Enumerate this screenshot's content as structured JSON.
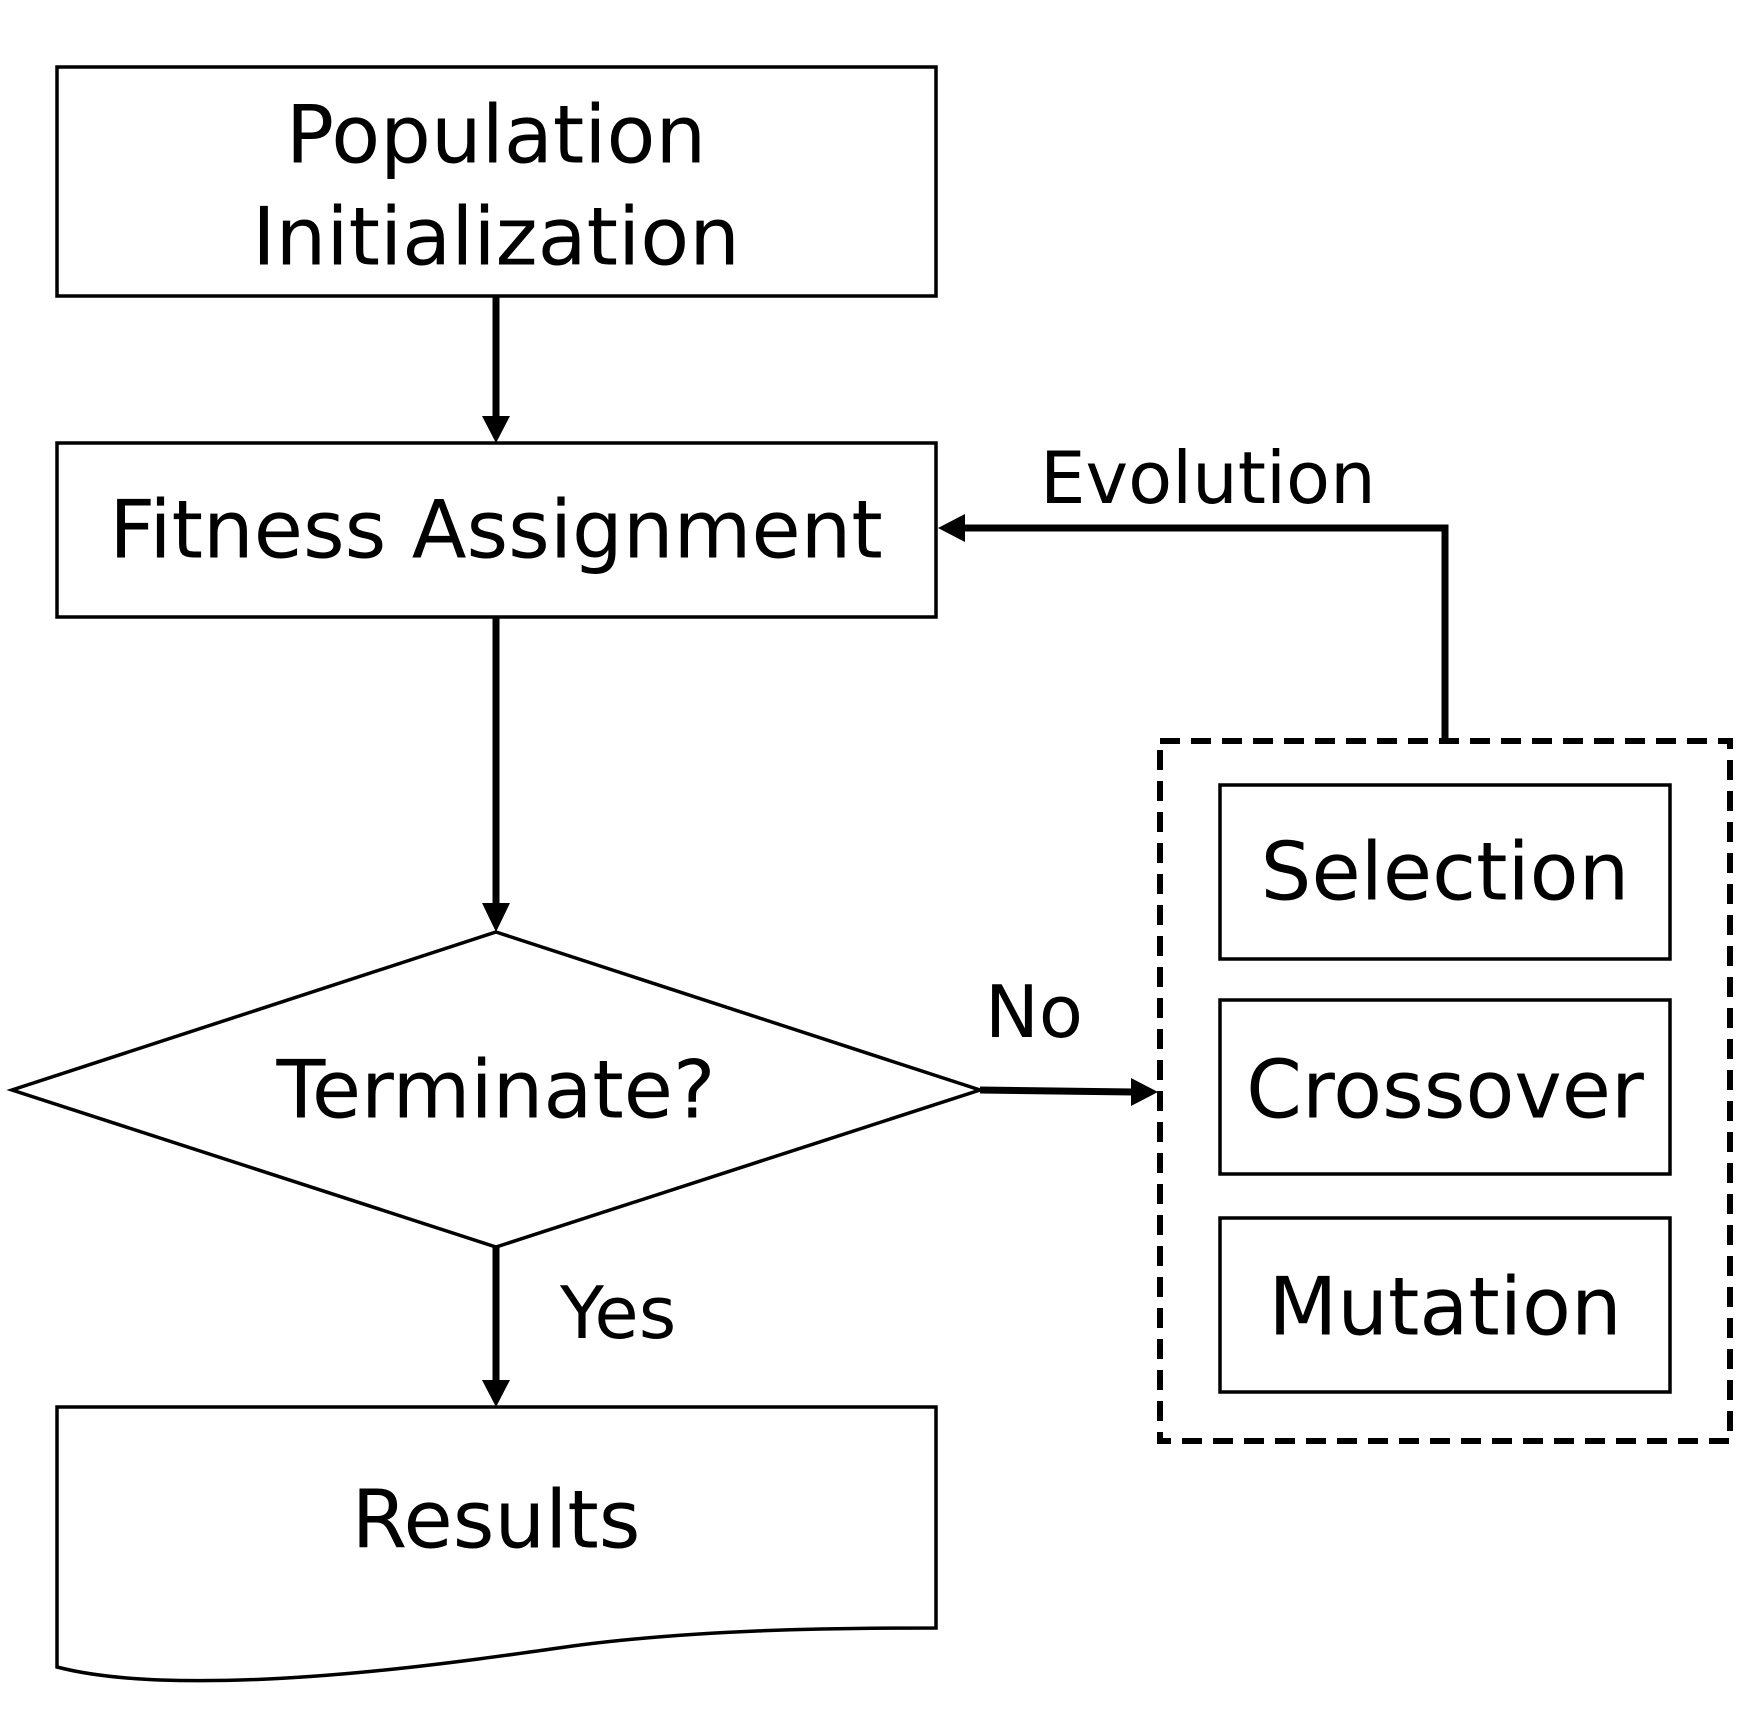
{
  "nodes": {
    "population_init": {
      "lines": [
        "Population",
        "Initialization"
      ]
    },
    "fitness": {
      "label": "Fitness Assignment"
    },
    "terminate": {
      "label": "Terminate?"
    },
    "results": {
      "label": "Results"
    },
    "selection": {
      "label": "Selection"
    },
    "crossover": {
      "label": "Crossover"
    },
    "mutation": {
      "label": "Mutation"
    }
  },
  "edge_labels": {
    "evolution": "Evolution",
    "no": "No",
    "yes": "Yes"
  },
  "colors": {
    "stroke": "#000000",
    "background": "#ffffff"
  }
}
